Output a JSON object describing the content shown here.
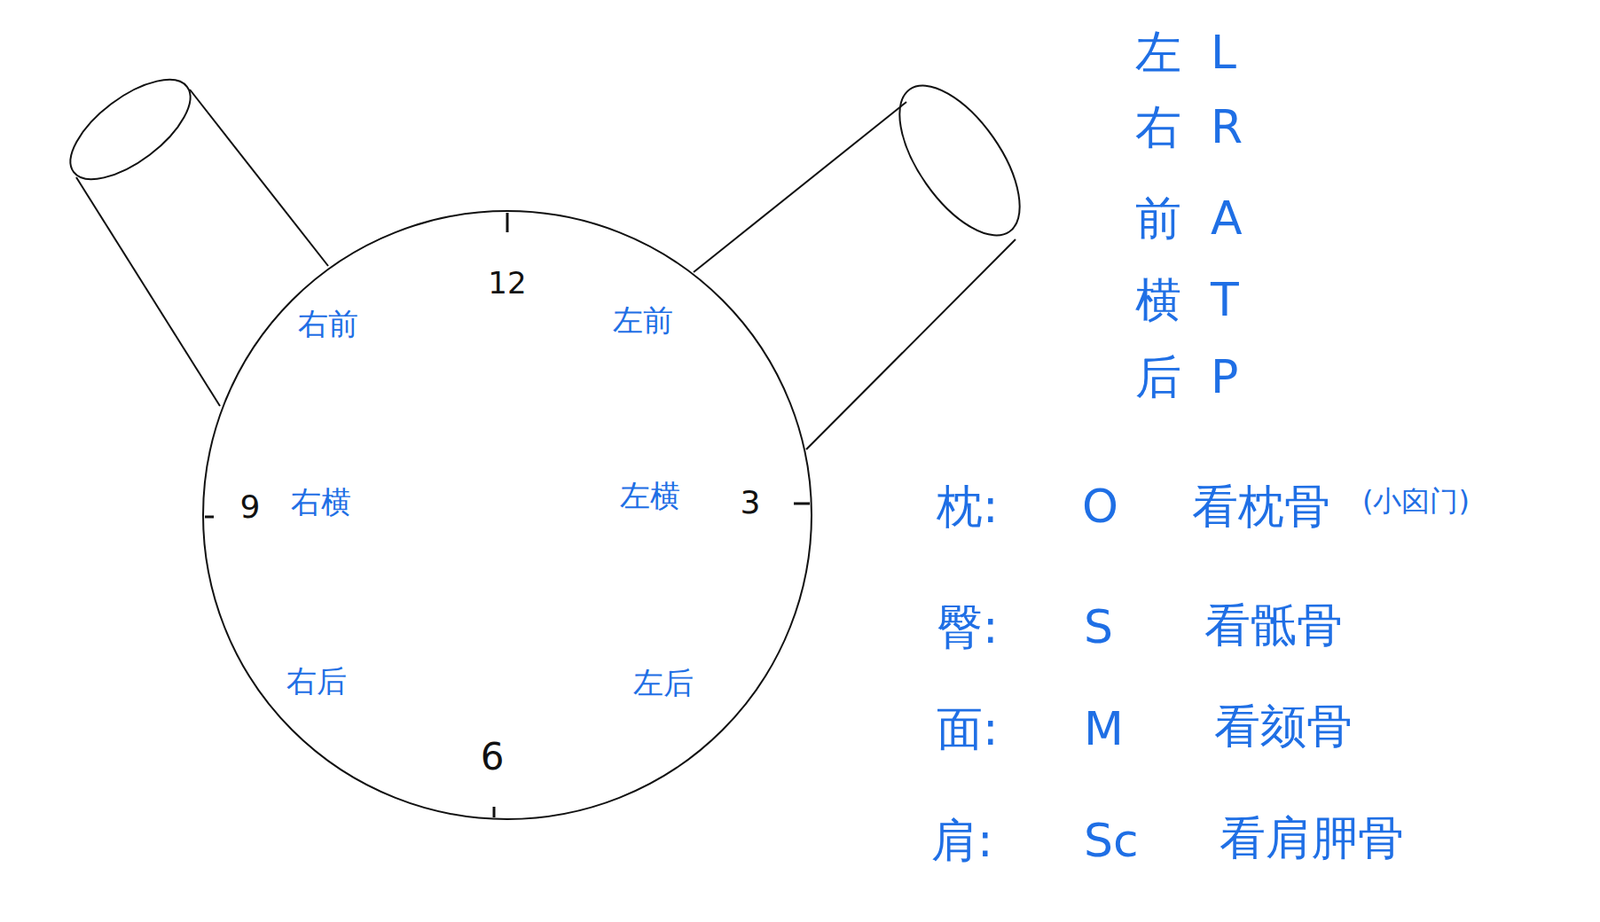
{
  "diagram": {
    "nodes": [
      {
        "text": [
          "12",
          "3",
          "6",
          "9",
          "右前",
          "左前",
          "右横",
          "左横",
          "右后",
          "左后"
        ]
      }
    ],
    "labels": [
      "左",
      "L",
      "右",
      "R",
      "前",
      "A",
      "横",
      "T",
      "后",
      "P",
      "枕:",
      "O",
      "看枕骨",
      "(小囟门)",
      "臀:",
      "S",
      "看骶骨",
      "面:",
      "M",
      "看颏骨",
      "肩:",
      "Sc",
      "看肩胛骨"
    ]
  }
}
